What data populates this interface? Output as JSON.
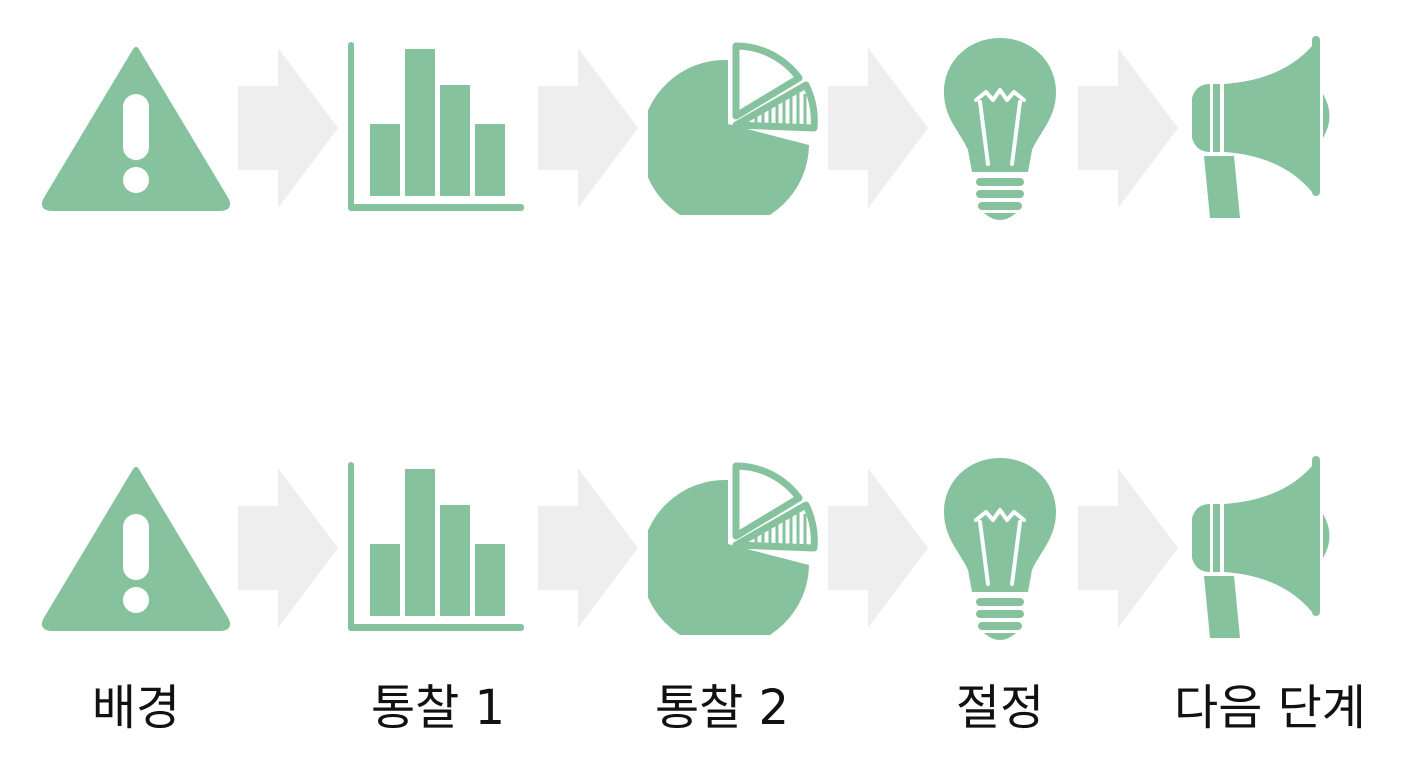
{
  "colors": {
    "icon": "#86c29e",
    "arrow": "#eeeeee",
    "background": "#ffffff",
    "text": "#111111"
  },
  "rows": [
    {
      "steps": [
        {
          "icon": "warning-icon"
        },
        {
          "icon": "bar-chart-icon"
        },
        {
          "icon": "pie-chart-icon"
        },
        {
          "icon": "lightbulb-icon"
        },
        {
          "icon": "megaphone-icon"
        }
      ]
    },
    {
      "steps": [
        {
          "icon": "warning-icon",
          "label": "배경"
        },
        {
          "icon": "bar-chart-icon",
          "label": "통찰 1"
        },
        {
          "icon": "pie-chart-icon",
          "label": "통찰 2"
        },
        {
          "icon": "lightbulb-icon",
          "label": "절정"
        },
        {
          "icon": "megaphone-icon",
          "label": "다음 단계"
        }
      ]
    }
  ],
  "connector_icon": "arrow-right-icon"
}
